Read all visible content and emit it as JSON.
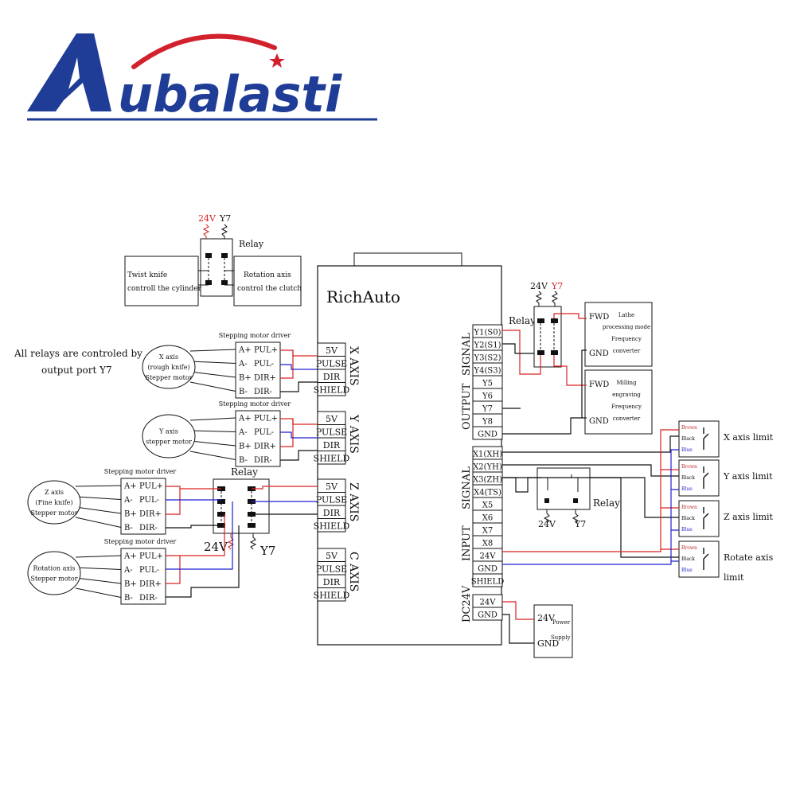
{
  "logo": {
    "brand_text": "ubalasti",
    "colors": {
      "blue": "#1f3d96",
      "red": "#d3202d"
    }
  },
  "colors": {
    "wire_red": "#d92020",
    "wire_blue": "#1f1fd0",
    "wire_black": "#111111"
  },
  "controller": {
    "title": "RichAuto",
    "output_label": "OUTPUT",
    "signal_label": "SIGNAL",
    "input_label": "INPUT",
    "dc_label": "DC24V",
    "output_ports": [
      "Y1(S0)",
      "Y2(S1)",
      "Y3(S2)",
      "Y4(S3)",
      "Y5",
      "Y6",
      "Y7",
      "Y8",
      "GND"
    ],
    "input_ports": [
      "X1(XH)",
      "X2(YH)",
      "X3(ZH)",
      "X4(TS)",
      "X5",
      "X6",
      "X7",
      "X8",
      "24V",
      "GND",
      "SHIELD"
    ],
    "dc_ports": [
      "24V",
      "GND"
    ]
  },
  "axes": [
    {
      "label": "X AXIS",
      "pins": [
        "5V",
        "PULSE",
        "DIR",
        "SHIELD"
      ]
    },
    {
      "label": "Y AXIS",
      "pins": [
        "5V",
        "PULSE",
        "DIR",
        "SHIELD"
      ]
    },
    {
      "label": "Z AXIS",
      "pins": [
        "5V",
        "PULSE",
        "DIR",
        "SHIELD"
      ]
    },
    {
      "label": "C AXIS",
      "pins": [
        "5V",
        "PULSE",
        "DIR",
        "SHIELD"
      ]
    }
  ],
  "drivers": [
    {
      "title": "Stepping motor driver",
      "left": [
        "A+",
        "A-",
        "B+",
        "B-"
      ],
      "right": [
        "PUL+",
        "PUL-",
        "DIR+",
        "DIR-"
      ],
      "motor": [
        "X axis",
        "(rough knife)",
        "Stepper motor"
      ]
    },
    {
      "title": "Stepping motor driver",
      "left": [
        "A+",
        "A-",
        "B+",
        "B-"
      ],
      "right": [
        "PUL+",
        "PUL-",
        "DIR+",
        "DIR-"
      ],
      "motor": [
        "Y axis",
        "stepper motor"
      ]
    },
    {
      "title": "Stepping motor driver",
      "left": [
        "A+",
        "A-",
        "B+",
        "B-"
      ],
      "right": [
        "PUL+",
        "PUL-",
        "DIR+",
        "DIR-"
      ],
      "motor": [
        "Z axis",
        "(Fine knife)",
        "Stepper motor"
      ]
    },
    {
      "title": "Stepping motor driver",
      "left": [
        "A+",
        "A-",
        "B+",
        "B-"
      ],
      "right": [
        "PUL+",
        "PUL-",
        "DIR+",
        "DIR-"
      ],
      "motor": [
        "Rotation axis",
        "Stepper motor"
      ]
    }
  ],
  "top_relay": {
    "title": "Relay",
    "v24": "24V",
    "y7": "Y7",
    "left_box": [
      "Twist knife",
      "controll the cylinder"
    ],
    "right_box": [
      "Rotation axis",
      "control the clutch"
    ]
  },
  "note": [
    "All relays are controled by",
    "output port Y7"
  ],
  "mid_relay": {
    "title": "Relay",
    "v24": "24V",
    "y7": "Y7"
  },
  "out_relay": {
    "title": "Relay",
    "v24": "24V",
    "y7": "Y7"
  },
  "in_relay": {
    "title": "Relay",
    "v24": "24V",
    "y7": "Y7"
  },
  "inverters": [
    {
      "fwd": "FWD",
      "gnd": "GND",
      "desc": [
        "Lathe",
        "processing mode",
        "Frequency",
        "converter"
      ]
    },
    {
      "fwd": "FWD",
      "gnd": "GND",
      "desc": [
        "Milling",
        "engraving",
        "Frequency",
        "converter"
      ]
    }
  ],
  "limits": [
    {
      "label": [
        "X axis limit"
      ]
    },
    {
      "label": [
        "Y axis limit"
      ]
    },
    {
      "label": [
        "Z axis limit"
      ]
    },
    {
      "label": [
        "Rotate axis",
        "limit"
      ]
    }
  ],
  "limit_wires": [
    "Brown",
    "Black",
    "Blue"
  ],
  "power_supply": {
    "v24": "24V",
    "gnd": "GND",
    "label": [
      "Power",
      "Supply"
    ]
  }
}
